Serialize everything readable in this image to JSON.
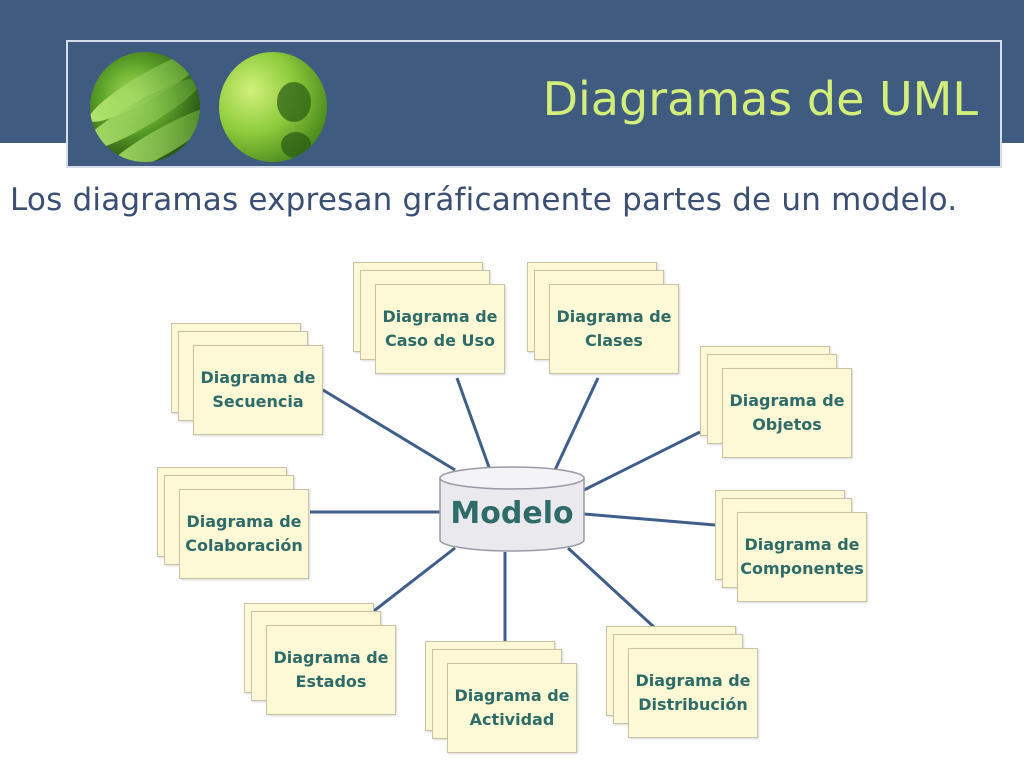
{
  "slide": {
    "title": "Diagramas de UML",
    "subtitle": "Los diagramas expresan gráficamente partes de un modelo."
  },
  "diagram": {
    "center_label": "Modelo",
    "nodes": [
      {
        "id": "caso-de-uso",
        "label": "Diagrama de\nCaso de Uso"
      },
      {
        "id": "clases",
        "label": "Diagrama de\nClases"
      },
      {
        "id": "secuencia",
        "label": "Diagrama de\nSecuencia"
      },
      {
        "id": "objetos",
        "label": "Diagrama de\nObjetos"
      },
      {
        "id": "colaboracion",
        "label": "Diagrama de\nColaboración"
      },
      {
        "id": "componentes",
        "label": "Diagrama de\nComponentes"
      },
      {
        "id": "estados",
        "label": "Diagrama de\nEstados"
      },
      {
        "id": "actividad",
        "label": "Diagrama de\nActividad"
      },
      {
        "id": "distribucion",
        "label": "Diagrama de\nDistribución"
      }
    ],
    "edges": [
      {
        "from": "Modelo",
        "to": "caso-de-uso"
      },
      {
        "from": "Modelo",
        "to": "clases"
      },
      {
        "from": "Modelo",
        "to": "secuencia"
      },
      {
        "from": "Modelo",
        "to": "objetos"
      },
      {
        "from": "Modelo",
        "to": "colaboracion"
      },
      {
        "from": "Modelo",
        "to": "componentes"
      },
      {
        "from": "Modelo",
        "to": "estados"
      },
      {
        "from": "Modelo",
        "to": "actividad"
      },
      {
        "from": "Modelo",
        "to": "distribucion"
      }
    ]
  },
  "colors": {
    "header_band": "#3f5b7f",
    "title_text": "#d4ee7a",
    "subtitle_text": "#3a4f73",
    "card_fill": "#fdf8d6",
    "card_text": "#2e6b69",
    "connector": "#3f5f8a",
    "cylinder_fill": "#e9e9ee"
  }
}
